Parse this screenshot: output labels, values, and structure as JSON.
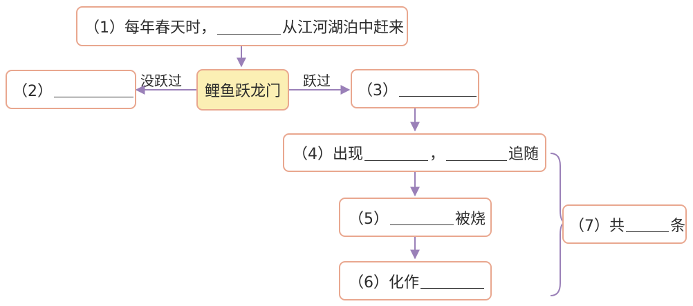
{
  "center": {
    "label": "鲤鱼跃龙门"
  },
  "nodes": {
    "n1": {
      "prefix": "（1）每年春天时，",
      "suffix": "从江河湖泊中赶来"
    },
    "n2": {
      "prefix": "（2）"
    },
    "n3": {
      "prefix": "（3）"
    },
    "n4": {
      "prefix": "（4）出现",
      "mid": "，",
      "suffix": "追随"
    },
    "n5": {
      "prefix": "（5）",
      "suffix": "被烧"
    },
    "n6": {
      "prefix": "（6）化作"
    },
    "n7": {
      "prefix": "（7）共",
      "suffix": "条"
    }
  },
  "edges": {
    "left": "没跃过",
    "right": "跃过"
  },
  "colors": {
    "box_border": "#e9a78f",
    "center_fill": "#fbefb4",
    "connector": "#9a80b8"
  }
}
